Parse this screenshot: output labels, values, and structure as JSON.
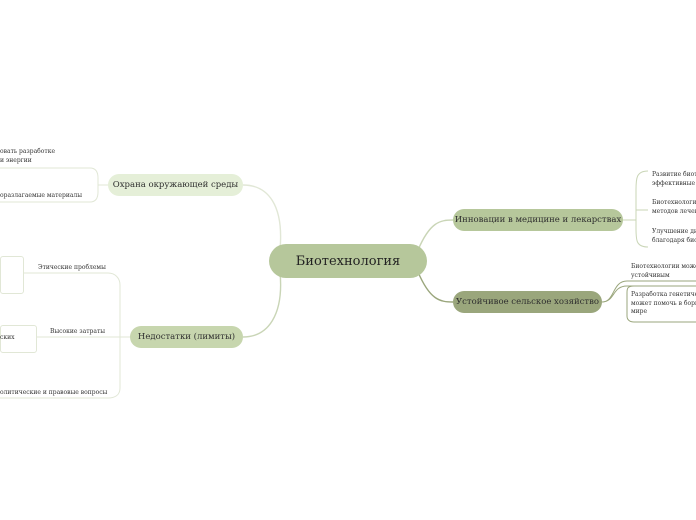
{
  "central": "Биотехнология",
  "branches": {
    "innovations": {
      "label": "Инновации в медицине и лекарствах",
      "items": [
        [
          "Развитие биоте",
          "эффективные л"
        ],
        [
          "Биотехнологии",
          "методов лечени"
        ],
        [
          "Улучшение ди",
          "благодаря биот"
        ]
      ]
    },
    "agriculture": {
      "label": "Устойчивое сельское хозяйство",
      "items": [
        [
          "Биотехнологии может",
          "устойчивым"
        ],
        [
          "Разработка генетичес",
          "может помочь в борь",
          "мире"
        ]
      ]
    },
    "environment": {
      "label": "Охрана окружающей среды",
      "items": [
        [
          "овать разработке",
          "и энергии"
        ],
        [
          "оразлагаемые материалы"
        ]
      ]
    },
    "limits": {
      "label": "Недостатки (лимиты)",
      "subtopics": {
        "ethics": "Этические проблемы",
        "costs": "Высокие затраты",
        "costs_item": "ских",
        "political": "олитические и правовые вопросы"
      }
    }
  },
  "colors": {
    "central": "#b6c79b",
    "innovations": "#b6c79b",
    "agriculture": "#9aa67c",
    "environment": "#e5efd8",
    "limits": "#c7d6ae",
    "line": "#c9d5b6",
    "line_dark": "#9aa67c",
    "line_light": "#e1e7d6"
  }
}
